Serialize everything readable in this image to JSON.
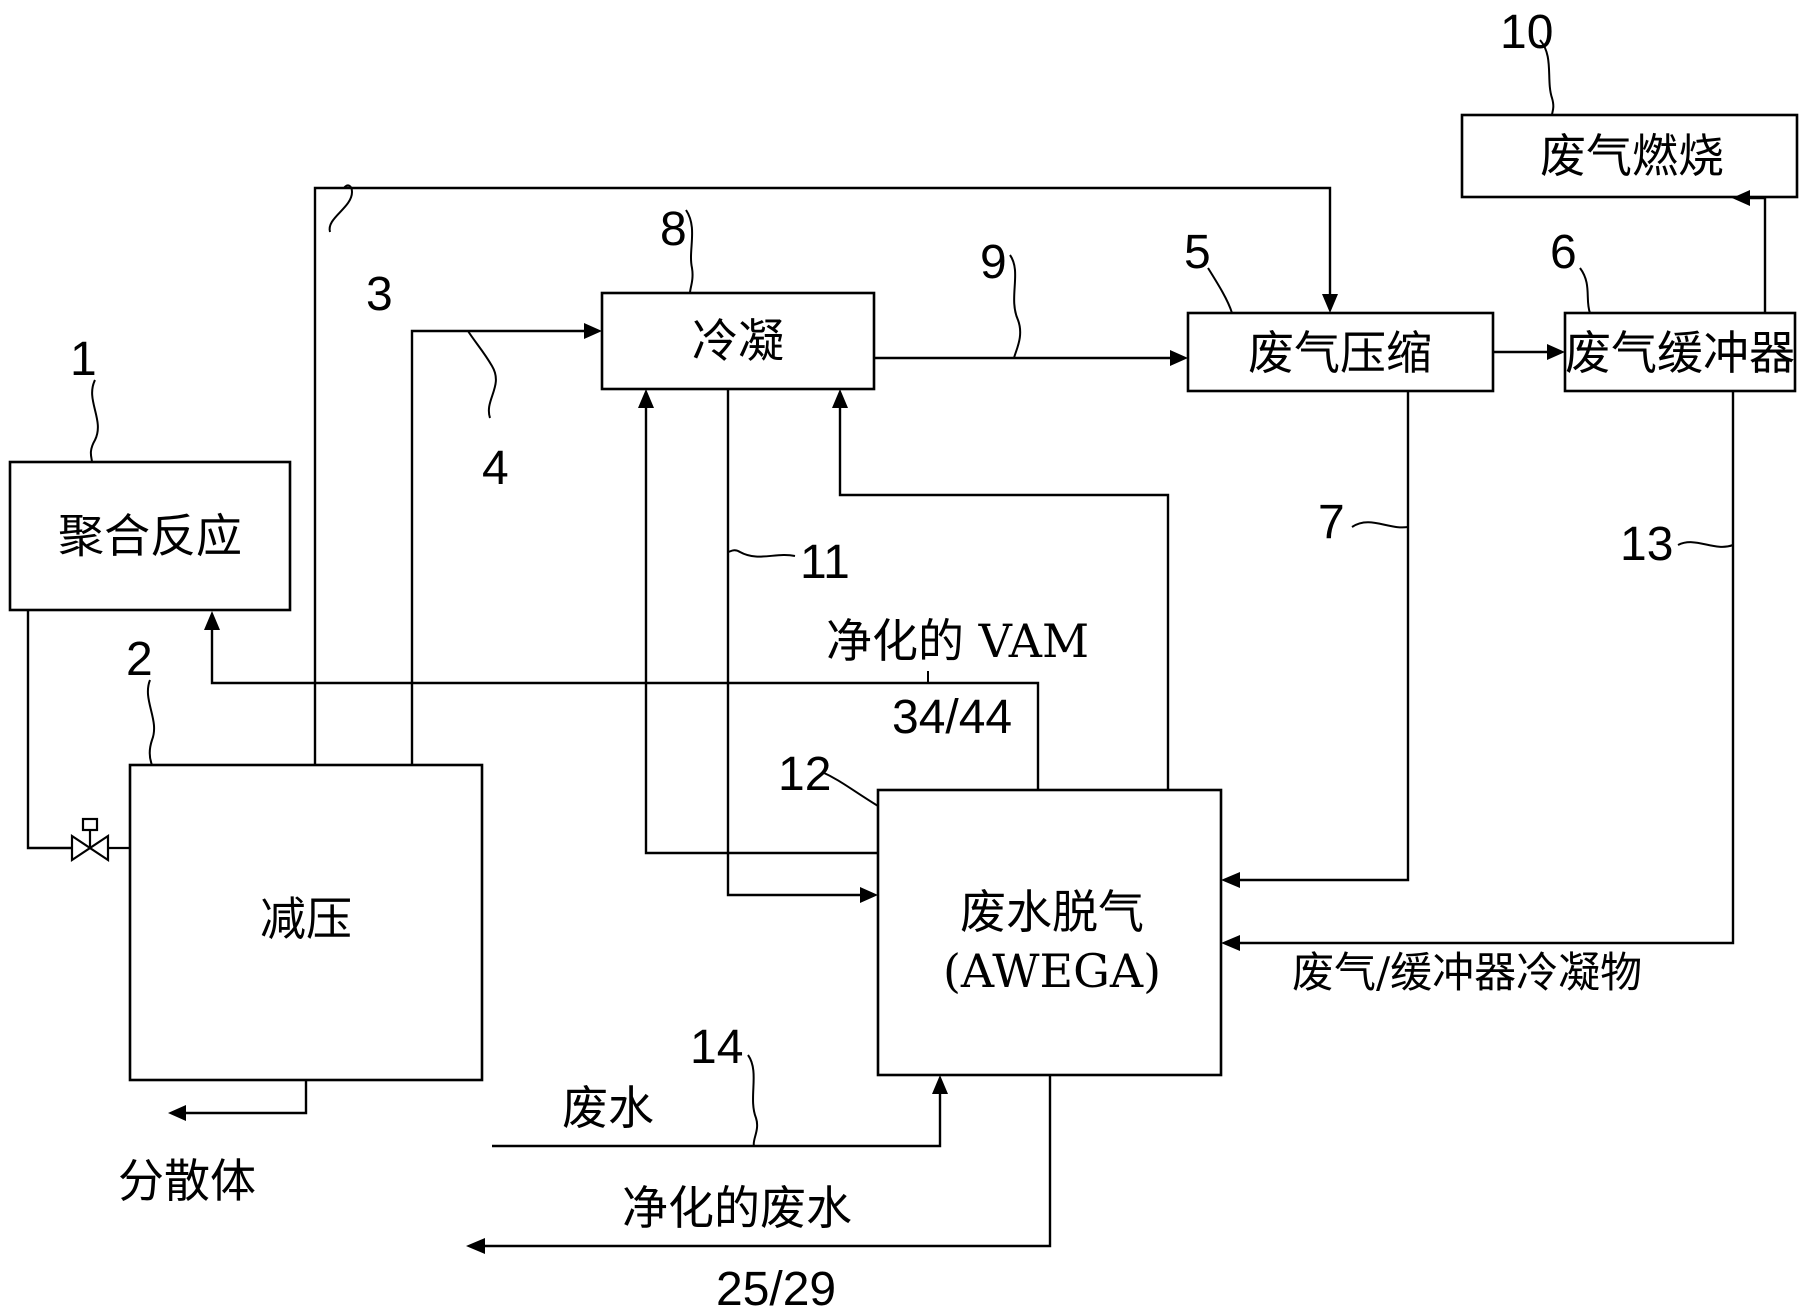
{
  "boxes": {
    "polymerization": "聚合反应",
    "depressurization": "减压",
    "condensation": "冷凝",
    "offgas_compression": "废气压缩",
    "offgas_buffer": "废气缓冲器",
    "offgas_combustion": "废气燃烧",
    "wastewater_degassing": "废水脱气",
    "wastewater_degassing_abbr": "(AWEGA)"
  },
  "labels": {
    "dispersion": "分散体",
    "purified_vam": "净化的 VAM",
    "purified_vam_ref": "34/44",
    "wastewater": "废水",
    "purified_wastewater": "净化的废水",
    "purified_wastewater_ref": "25/29",
    "offgas_buffer_condensate": "废气/缓冲器冷凝物"
  },
  "numbers": {
    "n1": "1",
    "n2": "2",
    "n3": "3",
    "n4": "4",
    "n5": "5",
    "n6": "6",
    "n7": "7",
    "n8": "8",
    "n9": "9",
    "n10": "10",
    "n11": "11",
    "n12": "12",
    "n13": "13",
    "n14": "14"
  }
}
